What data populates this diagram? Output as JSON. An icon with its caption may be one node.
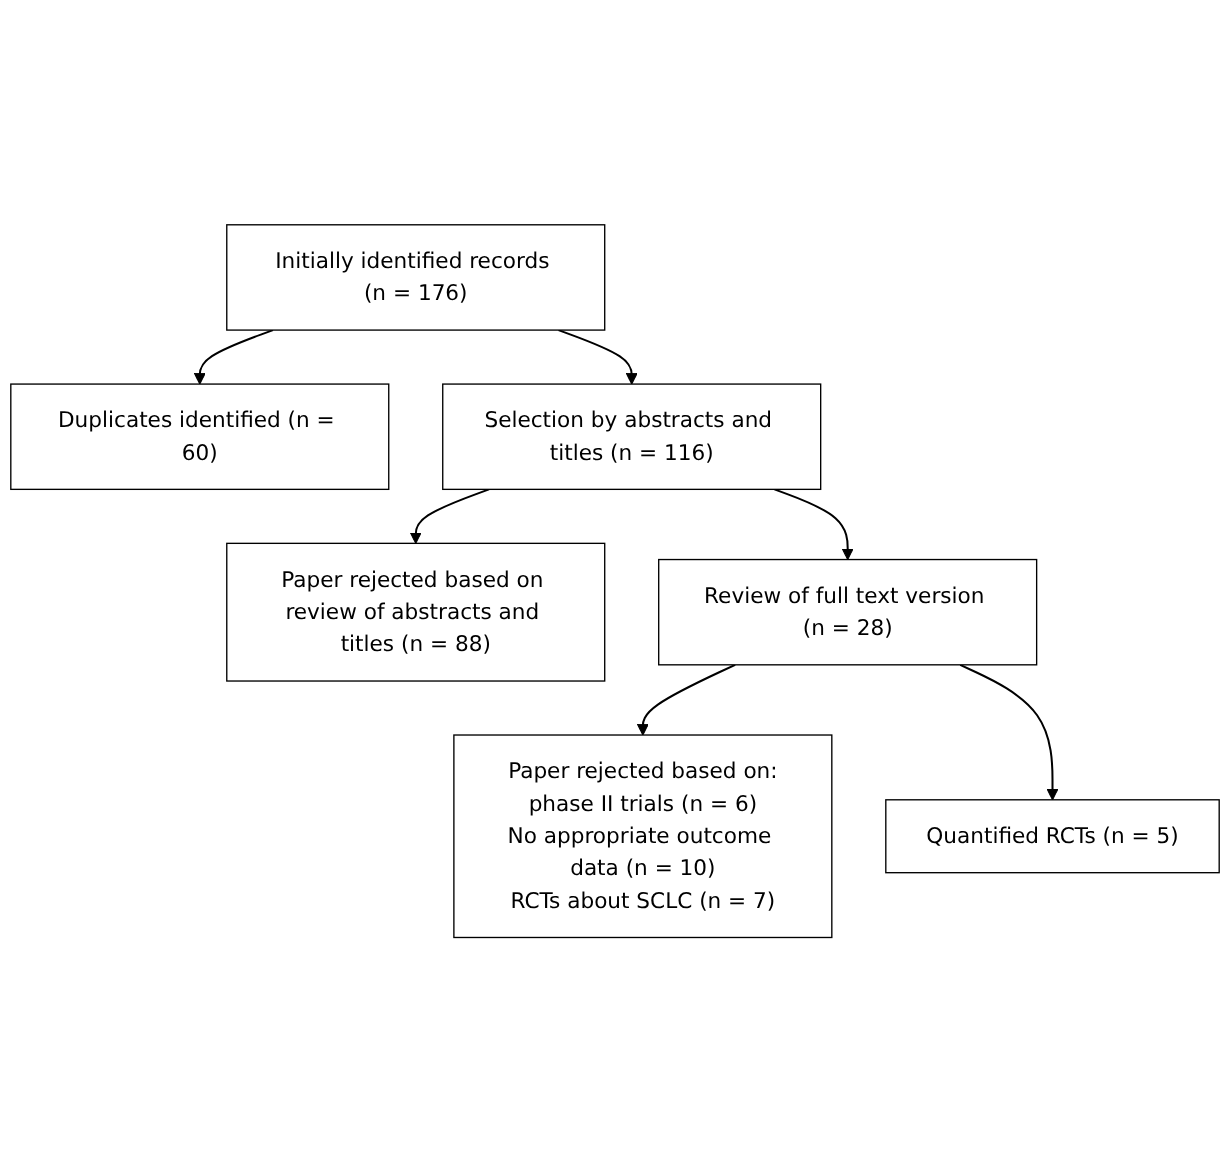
{
  "diagram": {
    "nodes": [
      {
        "text": [
          "Initially identified records (n = 176)"
        ]
      },
      {
        "text": [
          "Duplicates identified (n = 60)"
        ]
      },
      {
        "text": [
          "Selection by abstracts and titles (n = 116)"
        ]
      },
      {
        "text": [
          "Paper rejected based on review of abstracts and titles (n = 88)"
        ]
      },
      {
        "text": [
          "Review of full text version (n = 28)"
        ]
      },
      {
        "text": [
          "Paper rejected based on:",
          "phase II trials (n = 6)",
          "No appropriate outcome data (n = 10)",
          "RCTs about SCLC (n = 7)"
        ]
      },
      {
        "text": [
          "Quantified RCTs (n = 5)"
        ]
      }
    ],
    "edges": [
      {
        "from": 0,
        "to": 1,
        "arrow": "to"
      },
      {
        "from": 0,
        "to": 2,
        "arrow": "to"
      },
      {
        "from": 2,
        "to": 3,
        "arrow": "to"
      },
      {
        "from": 2,
        "to": 4,
        "arrow": "to"
      },
      {
        "from": 4,
        "to": 5,
        "arrow": "to"
      },
      {
        "from": 4,
        "to": 6,
        "arrow": "to"
      }
    ]
  }
}
